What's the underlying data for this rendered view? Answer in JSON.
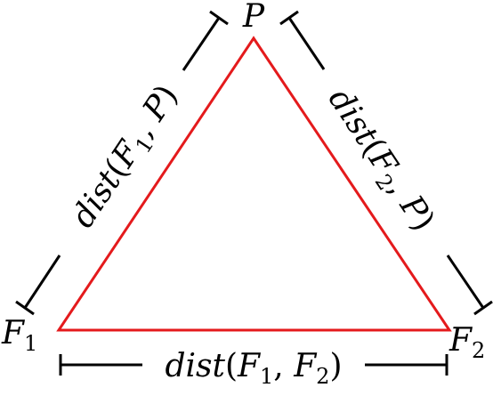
{
  "diagram": {
    "triangle_color": "#e41a1c",
    "dimension_color": "#000000",
    "vertices": {
      "p": {
        "name": "P",
        "sub": ""
      },
      "f1": {
        "name": "F",
        "sub": "1"
      },
      "f2": {
        "name": "F",
        "sub": "2"
      }
    },
    "edges": {
      "f1_p": {
        "fn": "dist",
        "open": "(",
        "a": "F",
        "a_sub": "1",
        "sep": ", ",
        "b": "P",
        "b_sub": "",
        "close": ")"
      },
      "f2_p": {
        "fn": "dist",
        "open": "(",
        "a": "F",
        "a_sub": "2",
        "sep": ", ",
        "b": "P",
        "b_sub": "",
        "close": ")"
      },
      "f1_f2": {
        "fn": "dist",
        "open": "(",
        "a": "F",
        "a_sub": "1",
        "sep": ", ",
        "b": "F",
        "b_sub": "2",
        "close": ")"
      }
    }
  }
}
